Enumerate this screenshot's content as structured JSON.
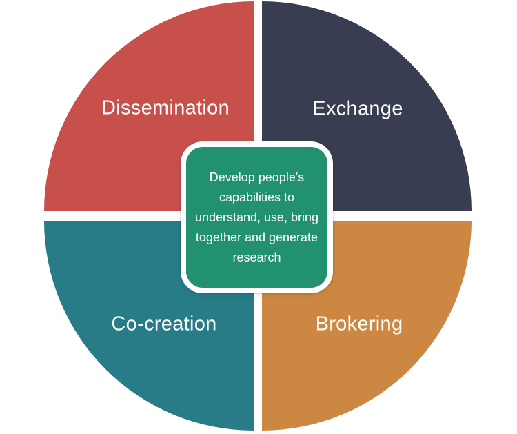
{
  "diagram": {
    "background_color": "#ffffff",
    "label_text_color": "#ffffff",
    "quadrants": [
      {
        "label": "Dissemination",
        "color": "#c8504b",
        "position": "top-left"
      },
      {
        "label": "Exchange",
        "color": "#393d52",
        "position": "top-right"
      },
      {
        "label": "Co-creation",
        "color": "#277c88",
        "position": "bottom-left"
      },
      {
        "label": "Brokering",
        "color": "#cc8743",
        "position": "bottom-right"
      }
    ],
    "center_box": {
      "text": "Develop people's capabilities to understand, use, bring together and generate research",
      "lines": [
        "Develop people's",
        "capabilities to",
        "understand, use, bring",
        "together and generate",
        "research"
      ],
      "fill_color": "#219170",
      "border_color": "#ffffff",
      "text_color": "#ffffff"
    }
  }
}
